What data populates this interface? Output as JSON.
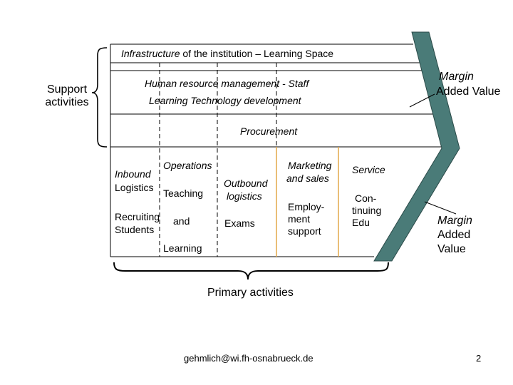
{
  "support": {
    "label_line1": "Support",
    "label_line2": "activities",
    "infrastructure_em": "Infrastructure",
    "infrastructure_rest": " of the institution – Learning Space",
    "hr_line1": "Human resource management - Staff",
    "hr_line2": "Learning Technology development",
    "procurement": "Procurement"
  },
  "margin_top": {
    "line1": "Margin",
    "line2": "Added Value"
  },
  "margin_bottom": {
    "line1": "Margin",
    "line2": "Added",
    "line3": "Value"
  },
  "primary": {
    "inbound": {
      "line1": "Inbound",
      "line2": "Logistics"
    },
    "recruiting": {
      "line1": "Recruiting",
      "line2": "Students"
    },
    "operations": "Operations",
    "teaching": "Teaching",
    "and": "and",
    "learning": "Learning",
    "outbound": {
      "line1": "Outbound",
      "line2": "logistics"
    },
    "exams": "Exams",
    "marketing": {
      "line1": "Marketing",
      "line2": "and sales"
    },
    "employment": {
      "line1": "Employ-",
      "line2": "ment",
      "line3": "support"
    },
    "service": "Service",
    "continuing": {
      "line1": "Con-",
      "line2": "tinuing",
      "line3": "Edu"
    },
    "label": "Primary activities"
  },
  "footer": {
    "email": "gehmlich@wi.fh-osnabrueck.de",
    "page": "2"
  },
  "colors": {
    "arrow": "#4a7b78",
    "divider_orange": "#e4a84a",
    "line": "#000000"
  }
}
